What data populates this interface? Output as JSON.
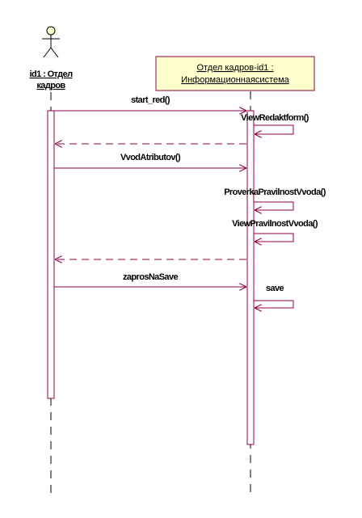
{
  "colors": {
    "line": "#8b0045",
    "object_fill": "#ffffcc",
    "actor_head_fill": "#ffffcc",
    "text": "#000000"
  },
  "actor": {
    "icon": "stick-figure-actor-icon",
    "name_line1": "id1 : Отдел",
    "name_line2": "кадров"
  },
  "object": {
    "name_line1": "Отдел кадров-id1 :",
    "name_line2": "Информационнаясистема"
  },
  "messages": [
    {
      "label": "start_red()",
      "kind": "call"
    },
    {
      "label": "ViewRedaktform()",
      "kind": "self"
    },
    {
      "label": "",
      "kind": "return"
    },
    {
      "label": "VvodAtributov()",
      "kind": "call"
    },
    {
      "label": "ProverkaPravilnostVvoda()",
      "kind": "self"
    },
    {
      "label": "ViewPravilnostVvoda()",
      "kind": "self"
    },
    {
      "label": "",
      "kind": "return"
    },
    {
      "label": "zaprosNaSave",
      "kind": "call"
    },
    {
      "label": "save",
      "kind": "self"
    }
  ]
}
